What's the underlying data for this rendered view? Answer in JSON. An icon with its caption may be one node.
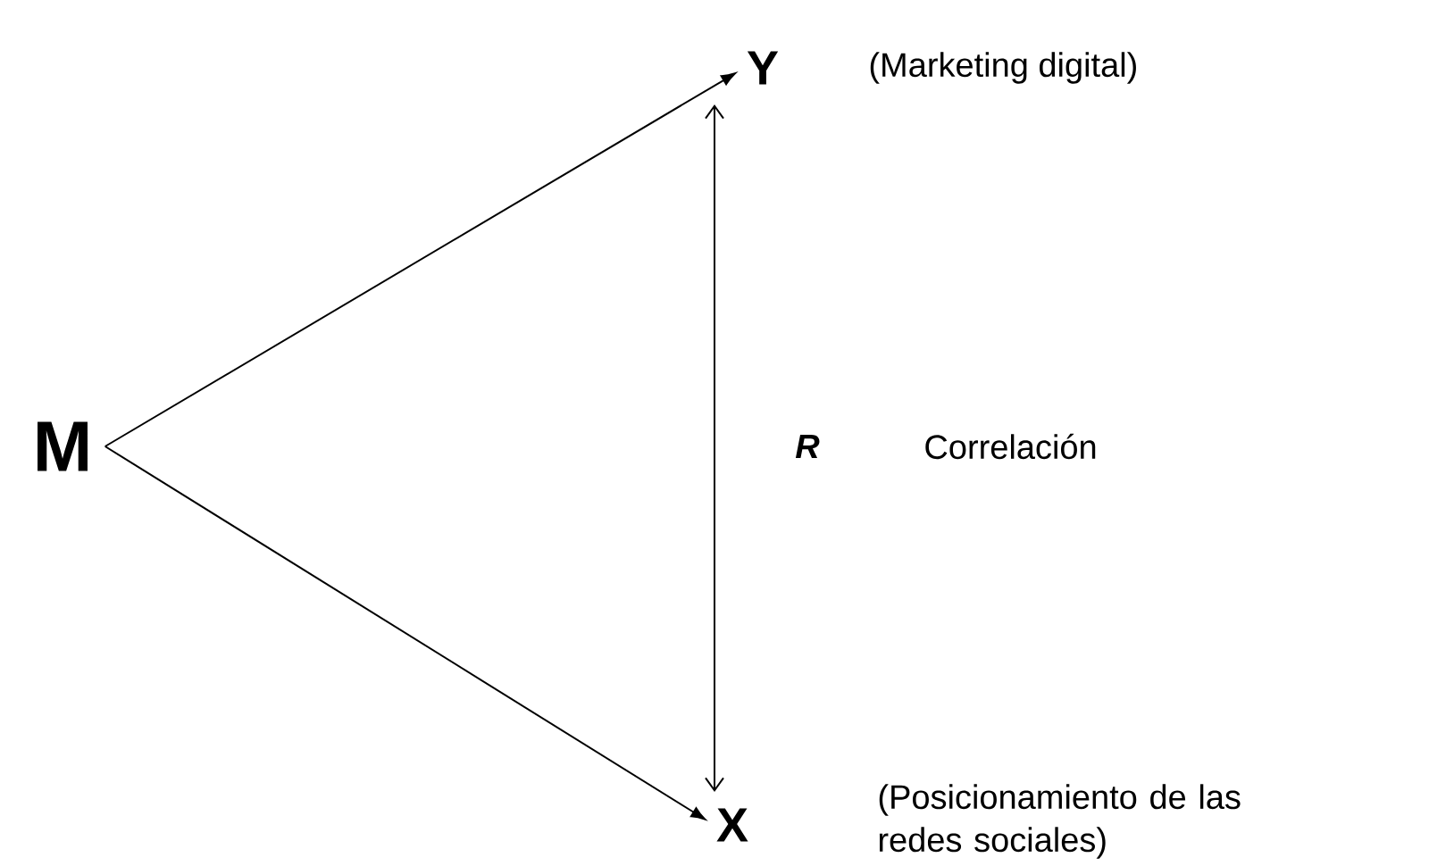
{
  "diagram": {
    "nodes": [
      {
        "text": [
          "M"
        ]
      },
      {
        "text": [
          "Y"
        ],
        "beside": [
          "(Marketing digital)"
        ]
      },
      {
        "text": [
          "X"
        ],
        "beside": [
          "(Posicionamiento de las redes sociales)"
        ]
      }
    ],
    "edges": [
      {
        "from": 0,
        "to": 1,
        "arrow": "to"
      },
      {
        "from": 0,
        "to": 2,
        "arrow": "to"
      },
      {
        "from": 1,
        "to": 2,
        "arrow": "both",
        "label": "R"
      }
    ],
    "labels": [
      "Correlación"
    ]
  }
}
